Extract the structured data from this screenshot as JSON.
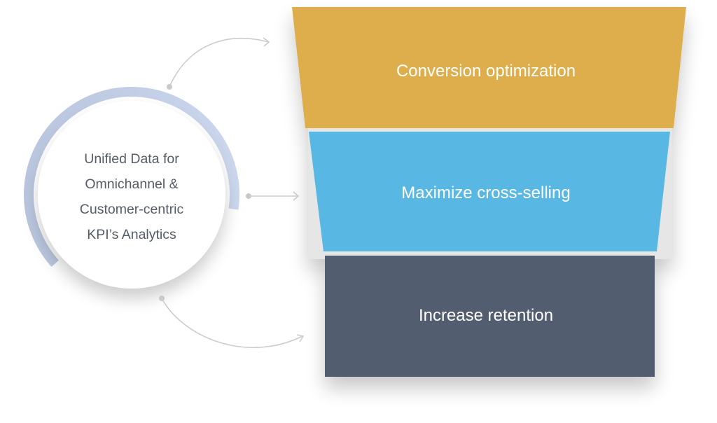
{
  "hub": {
    "lines": [
      "Unified Data for",
      "Omnichannel &",
      "Customer-centric",
      "KPI’s Analytics"
    ],
    "ring_color": "#c5d1e8",
    "text_color": "#555c66"
  },
  "connectors": {
    "color": "#cccccc",
    "items": [
      {
        "name": "top",
        "target": "Conversion optimization"
      },
      {
        "name": "middle",
        "target": "Maximize cross-selling"
      },
      {
        "name": "bottom",
        "target": "Increase retention"
      }
    ]
  },
  "funnel": {
    "stages": [
      {
        "label": "Conversion optimization",
        "color": "#ddae4b"
      },
      {
        "label": "Maximize cross-selling",
        "color": "#59b8e3"
      },
      {
        "label": "Increase retention",
        "color": "#525d6f"
      }
    ]
  }
}
